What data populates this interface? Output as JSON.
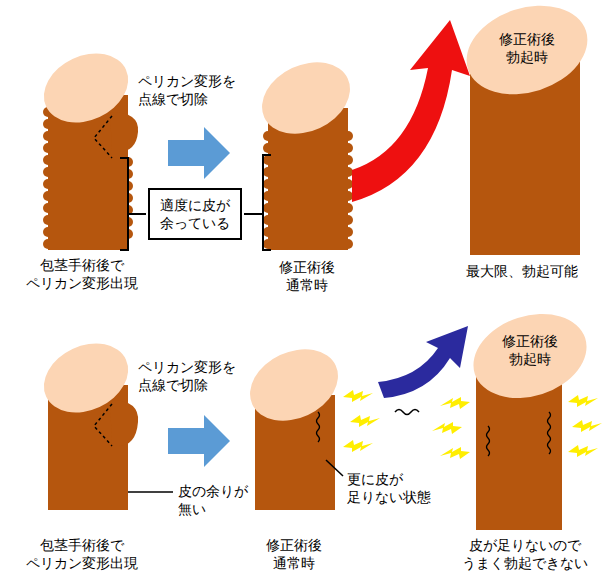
{
  "diagram": {
    "nodes": [
      {
        "text": [
          "適度に皮が 余っている"
        ]
      }
    ],
    "labels": [
      "ペリカン変形を 点線で切除",
      "包茎手術後で ペリカン変形出現",
      "修正術後 通常時",
      "修正術後 勃起時",
      "最大限、勃起可能",
      "ペリカン変形を 点線で切除",
      "皮の余りが 無い",
      "包茎手術後で ペリカン変形出現",
      "修正術後 通常時",
      "更に皮が 足りない状態",
      "修正術後 勃起時",
      "皮が足りないので うまく勃起できない"
    ]
  }
}
